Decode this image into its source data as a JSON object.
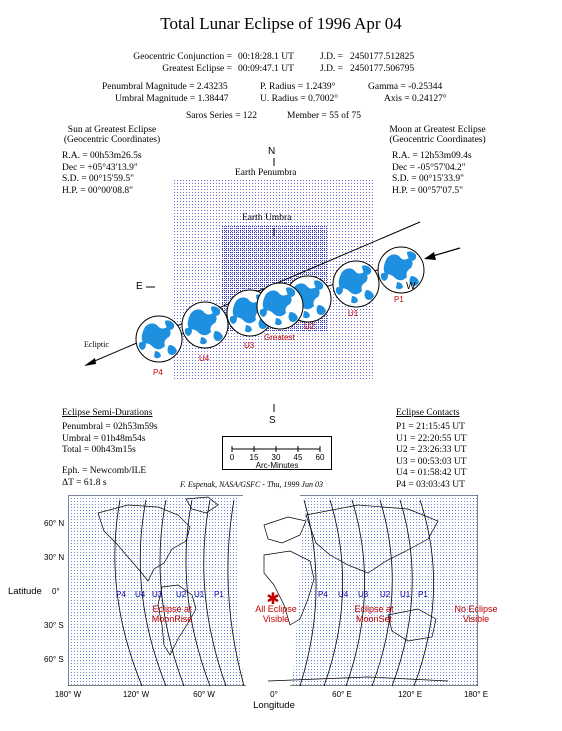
{
  "title": "Total Lunar Eclipse of 1996 Apr 04",
  "header": {
    "conjunction_label": "Geocentric Conjunction =",
    "conjunction_value": "00:18:28.1 UT",
    "conjunction_jd_label": "J.D. =",
    "conjunction_jd_value": "2450177.512825",
    "greatest_label": "Greatest Eclipse =",
    "greatest_value": "00:09:47.1 UT",
    "greatest_jd_label": "J.D. =",
    "greatest_jd_value": "2450177.506795",
    "pen_mag": "Penumbral Magnitude = 2.43235",
    "umb_mag": "Umbral Magnitude = 1.38447",
    "p_radius": "P. Radius = 1.2439°",
    "u_radius": "U. Radius = 0.7002°",
    "gamma": "Gamma = -0.25344",
    "axis": "Axis = 0.24127°",
    "saros": "Saros Series = 122",
    "member": "Member = 55 of 75"
  },
  "sun": {
    "heading1": "Sun at Greatest Eclipse",
    "heading2": "(Geocentric Coordinates)",
    "lines": [
      "R.A. =  00h53m26.5s",
      "Dec = +05°43'13.9\"",
      "S.D. =  00°15'59.5\"",
      "H.P. =  00°00'08.8\""
    ]
  },
  "moon": {
    "heading1": "Moon at Greatest Eclipse",
    "heading2": "(Geocentric Coordinates)",
    "lines": [
      "R.A. =  12h53m09.4s",
      "Dec = -05°57'04.2\"",
      "S.D. =  00°15'33.9\"",
      "H.P. =  00°57'07.5\""
    ]
  },
  "diagram": {
    "north": "N",
    "south": "S",
    "east": "E",
    "west": "W",
    "penumbra": "Earth Penumbra",
    "umbra": "Earth Umbra",
    "ecliptic": "Ecliptic",
    "greatest": "Greatest",
    "contacts": [
      "P1",
      "U1",
      "U2",
      "U3",
      "U4",
      "P4"
    ]
  },
  "semi": {
    "heading": "Eclipse Semi-Durations",
    "lines": [
      "Penumbral = 02h53m59s",
      "Umbral =    01h48m54s",
      "Total =      00h43m15s"
    ],
    "eph": "Eph. = Newcomb/ILE",
    "dt": "ΔT =     61.8 s"
  },
  "scale": {
    "ticks": [
      "0",
      "15",
      "30",
      "45",
      "60"
    ],
    "label": "Arc-Minutes"
  },
  "credit": "F. Espenak, NASA/GSFC - Thu, 1999 Jun 03",
  "contacts": {
    "heading": "Eclipse Contacts",
    "lines": [
      "P1 = 21:15:45 UT",
      "U1 = 22:20:55 UT",
      "U2 = 23:26:33 UT",
      "U3 = 00:53:03 UT",
      "U4 = 01:58:42 UT",
      "P4 = 03:03:43 UT"
    ]
  },
  "map": {
    "lat_ticks": [
      "60° N",
      "30° N",
      "0°",
      "30° S",
      "60° S"
    ],
    "lon_ticks": [
      "180° W",
      "120° W",
      "60° W",
      "0°",
      "60° E",
      "120° E",
      "180° E"
    ],
    "ylabel": "Latitude",
    "xlabel": "Longitude",
    "left_contacts": [
      "P4",
      "U4",
      "U3",
      "U2",
      "U1",
      "P1"
    ],
    "right_contacts": [
      "P4",
      "U4",
      "U3",
      "U2",
      "U1",
      "P1"
    ],
    "rise": [
      "Eclipse at",
      "MoonRise"
    ],
    "visible": [
      "All Eclipse",
      "Visible"
    ],
    "set": [
      "Eclipse at",
      "MoonSet"
    ],
    "none": [
      "No Eclipse",
      "Visible"
    ]
  }
}
